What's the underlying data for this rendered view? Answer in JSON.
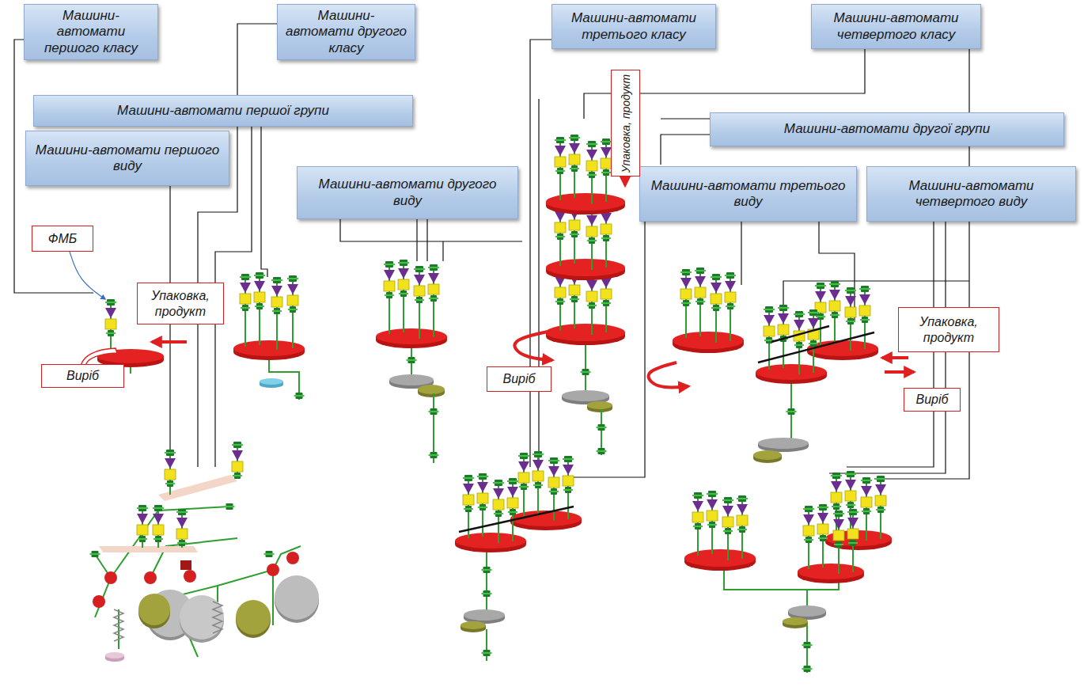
{
  "diagram": {
    "nodes": [
      {
        "text": [
          "Машини-автомати першого класу"
        ]
      },
      {
        "text": [
          "Машини-автомати другого класу"
        ]
      },
      {
        "text": [
          "Машини-автомати третього класу"
        ]
      },
      {
        "text": [
          "Машини-автомати четвертого класу"
        ]
      },
      {
        "text": [
          "Машини-автомати першої групи"
        ]
      },
      {
        "text": [
          "Машини-автомати другої групи"
        ]
      },
      {
        "text": [
          "Машини-автомати першого виду"
        ]
      },
      {
        "text": [
          "Машини-автомати другого виду"
        ]
      },
      {
        "text": [
          "Машини-автомати третього виду"
        ]
      },
      {
        "text": [
          "Машини-автомати четвертого виду"
        ]
      },
      {
        "text": [
          "ФМБ"
        ]
      },
      {
        "text": [
          "Упаковка, продукт"
        ]
      },
      {
        "text": [
          "Виріб"
        ]
      },
      {
        "text": [
          "Упаковка, продукт"
        ]
      },
      {
        "text": [
          "Виріб"
        ]
      },
      {
        "text": [
          "Упаковка, продукт"
        ]
      },
      {
        "text": [
          "Виріб"
        ]
      }
    ]
  }
}
